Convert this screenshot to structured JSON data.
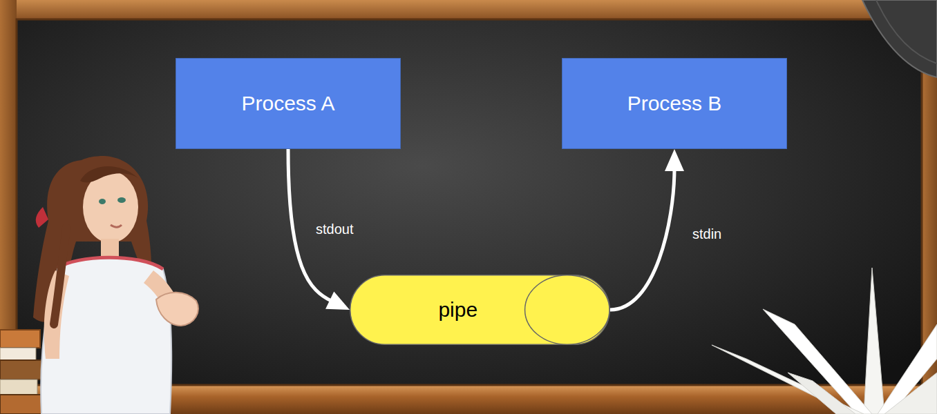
{
  "diagram": {
    "nodes": [
      {
        "text": [
          "Process A"
        ]
      },
      {
        "text": [
          "Process B"
        ]
      },
      {
        "text": [
          "pipe"
        ]
      }
    ],
    "edges": [
      {
        "from": 0,
        "to": 2,
        "label": "stdout",
        "arrow": "to"
      },
      {
        "from": 2,
        "to": 1,
        "label": "stdin",
        "arrow": "to"
      }
    ]
  }
}
